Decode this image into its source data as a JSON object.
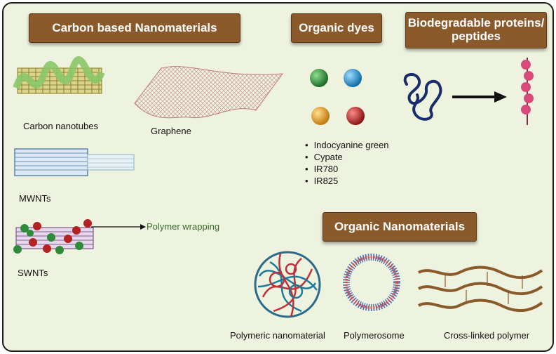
{
  "headers": {
    "carbon": "Carbon based Nanomaterials",
    "organic_dyes": "Organic dyes",
    "proteins_line1": "Biodegradable proteins/",
    "proteins_line2": "peptides",
    "organic_nano": "Organic Nanomaterials"
  },
  "labels": {
    "carbon_nanotubes": "Carbon nanotubes",
    "graphene": "Graphene",
    "mwnts": "MWNTs",
    "swnts": "SWNTs",
    "polymer_wrapping": "Polymer wrapping",
    "polymeric_nanomaterial": "Polymeric nanomaterial",
    "polymerosome": "Polymerosome",
    "cross_linked_polymer": "Cross-linked polymer"
  },
  "dyes": [
    "Indocyanine green",
    "Cypate",
    "IR780",
    "IR825"
  ],
  "colors": {
    "header_bg": "#8a5a2b",
    "panel_bg": "#eef3df",
    "dye_green": "#2e8b3a",
    "dye_blue": "#1e9ad6",
    "dye_orange": "#e8a020",
    "dye_red": "#b22222",
    "peptide_pink": "#d84a7a",
    "protein_navy": "#1a2d6b"
  }
}
